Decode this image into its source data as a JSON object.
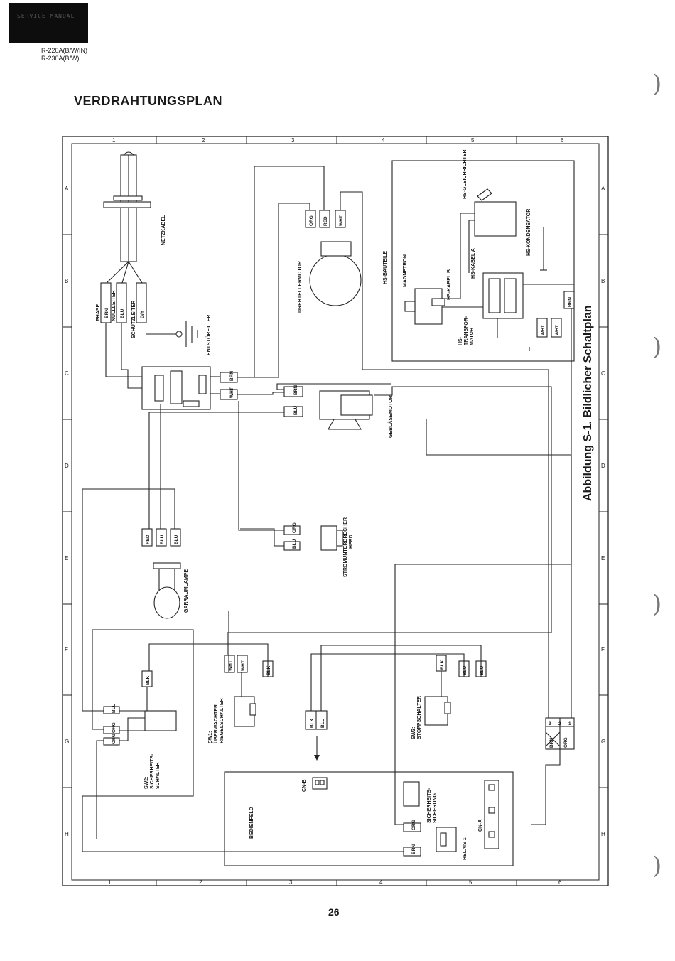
{
  "header": {
    "logo_text": "SERVICE MANUAL",
    "models": [
      "R-220A(B/W/IN)",
      "R-230A(B/W)"
    ]
  },
  "page": {
    "title": "VERDRAHTUNGSPLAN",
    "number": "26",
    "figure_caption": "Abbildung S-1. Bildlicher Schaltplan"
  },
  "grid": {
    "columns": [
      "1",
      "2",
      "3",
      "4",
      "5",
      "6"
    ],
    "rows": [
      "A",
      "B",
      "C",
      "D",
      "E",
      "F",
      "G",
      "H"
    ]
  },
  "components": {
    "netzkabel": "NETZKABEL",
    "phase": "PHASE",
    "nullleiter": "NULLLEITER",
    "schutzleiter": "SCHUTZLEITER",
    "entstoerfilter": "ENTSTÖRFILTER",
    "drehtellermotor": "DREHTELLERMOTOR",
    "hs_bauteile": "HS-BAUTEILE",
    "magnetron": "MAGNETRON",
    "hs_kabel_b": "HS-KABEL B",
    "hs_kabel_a": "HS-KABEL A",
    "hs_gleichrichter": "HS-GLEICHRICHTER",
    "hs_kondensator": "HS-KONDENSATOR",
    "hs_transformator_1": "HS-",
    "hs_transformator_2": "TRANSFOR-",
    "hs_transformator_3": "MATOR",
    "geblaesemotor": "GEBLÄSEMOTOR",
    "stromunterbrecher_1": "STROMUNTERBRECHER",
    "stromunterbrecher_2": "HERD",
    "garraumlampe": "GARRAUMLAMPE",
    "sw1_1": "SW1:",
    "sw1_2": "ÜBERWACHTER",
    "sw1_3": "RIEGELSCHALTER",
    "sw2_1": "SW2:",
    "sw2_2": "SICHERHEITS-",
    "sw2_3": "SCHALTER",
    "sw3_1": "SW3:",
    "sw3_2": "STOPPSCHALTER",
    "bedienfeld": "BEDIENFELD",
    "cn_b": "CN-B",
    "cn_a": "CN-A",
    "sicherheitssicherung_1": "SICHERHEITS-",
    "sicherheitssicherung_2": "SICHERUNG",
    "relais": "RELAIS 1"
  },
  "wire_tags": {
    "brn": "BRN",
    "blu": "BLU",
    "gy": "G/Y",
    "org": "ORG",
    "red": "RED",
    "wht": "WHT",
    "blk": "BLK",
    "n1": "1",
    "n2": "2",
    "n3": "3"
  }
}
